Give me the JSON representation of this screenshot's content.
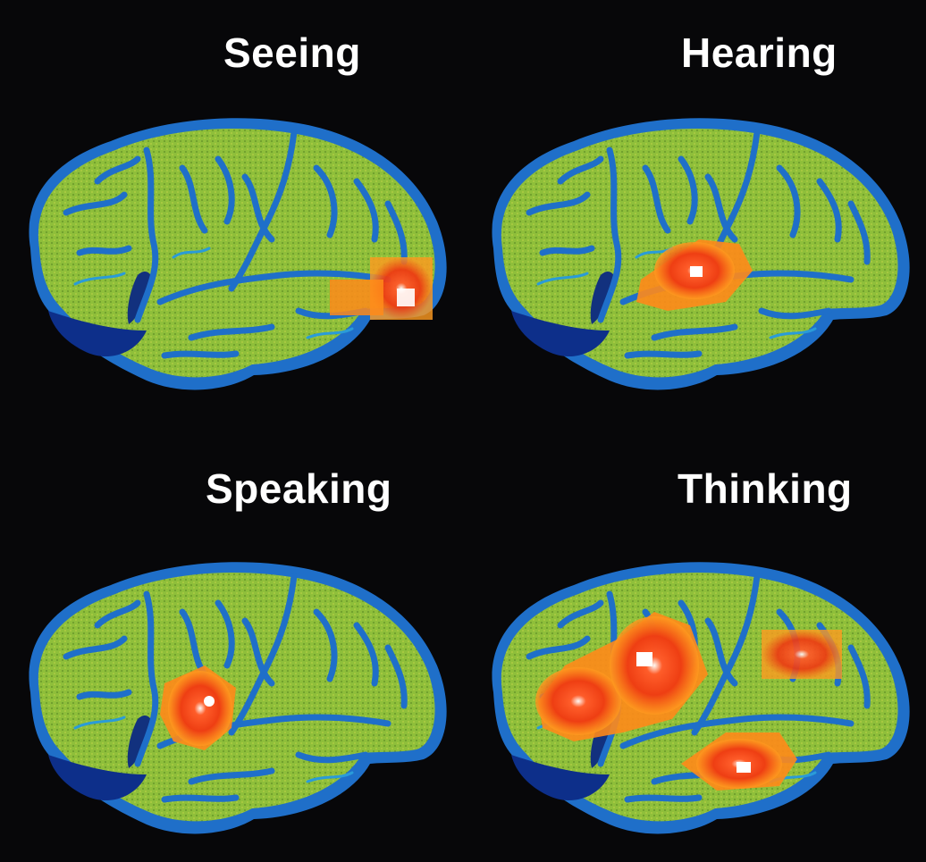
{
  "panels": [
    {
      "id": "seeing",
      "label": "Seeing"
    },
    {
      "id": "hearing",
      "label": "Hearing"
    },
    {
      "id": "speaking",
      "label": "Speaking"
    },
    {
      "id": "thinking",
      "label": "Thinking"
    }
  ],
  "colors": {
    "background": "#070709",
    "cortex": "#8fbf3a",
    "sulcus": "#1f6fc9",
    "deep": "#0d2f8a",
    "activation": "#f2491b",
    "activation_glow": "#ff9a1f",
    "activation_peak": "#ffffff"
  }
}
